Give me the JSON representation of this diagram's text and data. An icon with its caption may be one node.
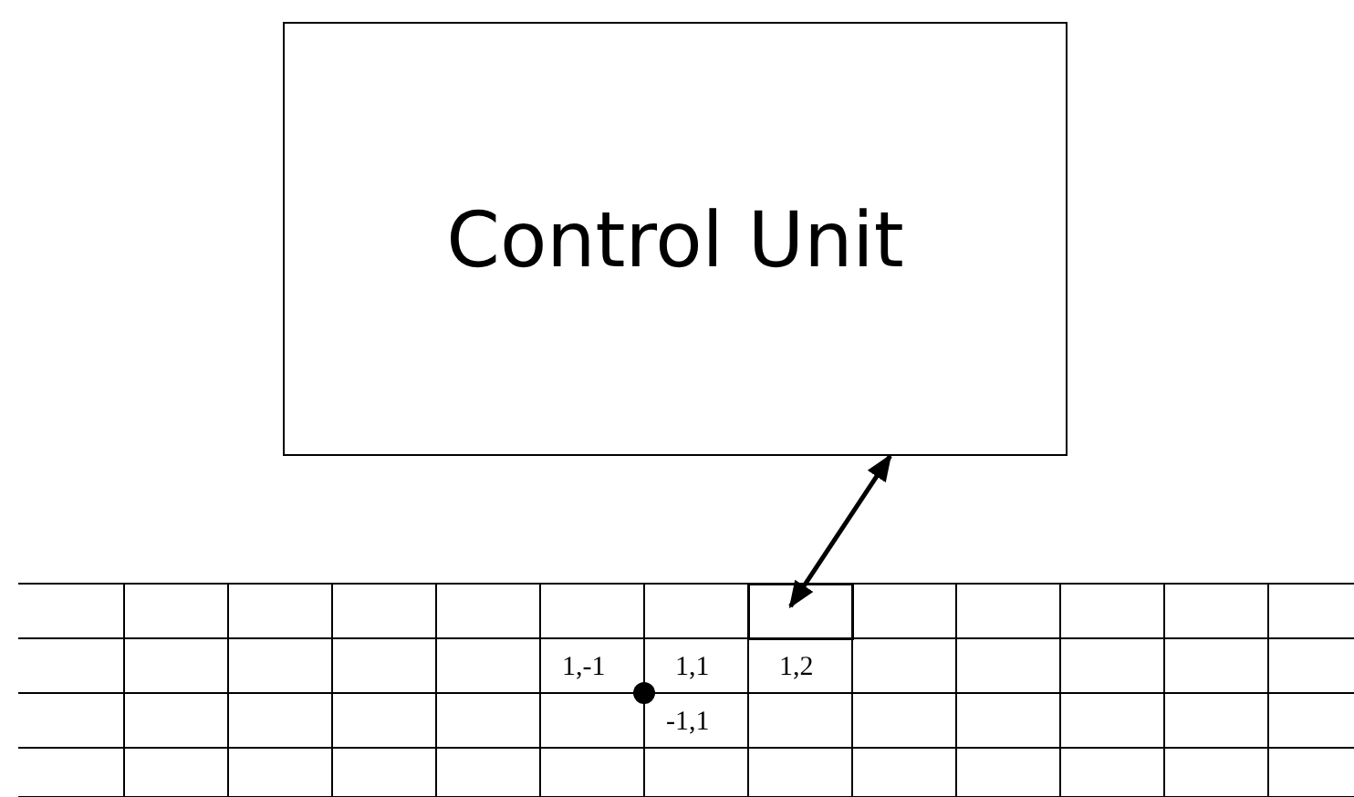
{
  "diagram": {
    "nodes": [
      {
        "text": [
          "Control Unit"
        ]
      },
      {
        "text": [],
        "shape": "box"
      }
    ],
    "edges": [
      {
        "from": 0,
        "to": 1,
        "arrow": "both"
      }
    ],
    "labels": [
      "1,-1",
      "1,1",
      "1,2",
      "-1,1"
    ]
  }
}
